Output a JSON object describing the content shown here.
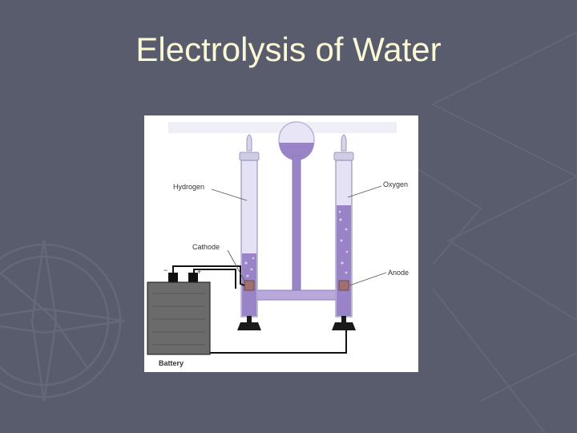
{
  "slide": {
    "title": "Electrolysis of Water",
    "background_color": "#585c6c",
    "title_color": "#fbf8d6"
  },
  "diagram": {
    "labels": {
      "hydrogen": "Hydrogen",
      "oxygen": "Oxygen",
      "cathode": "Cathode",
      "anode": "Anode",
      "battery": "Battery",
      "minus": "−",
      "plus": "+"
    },
    "colors": {
      "liquid": "#9a84c8",
      "tube_glass": "#e4e2f4",
      "wire": "#111111",
      "battery_body": "#6b6b6b",
      "electrode": "#a07070"
    }
  }
}
